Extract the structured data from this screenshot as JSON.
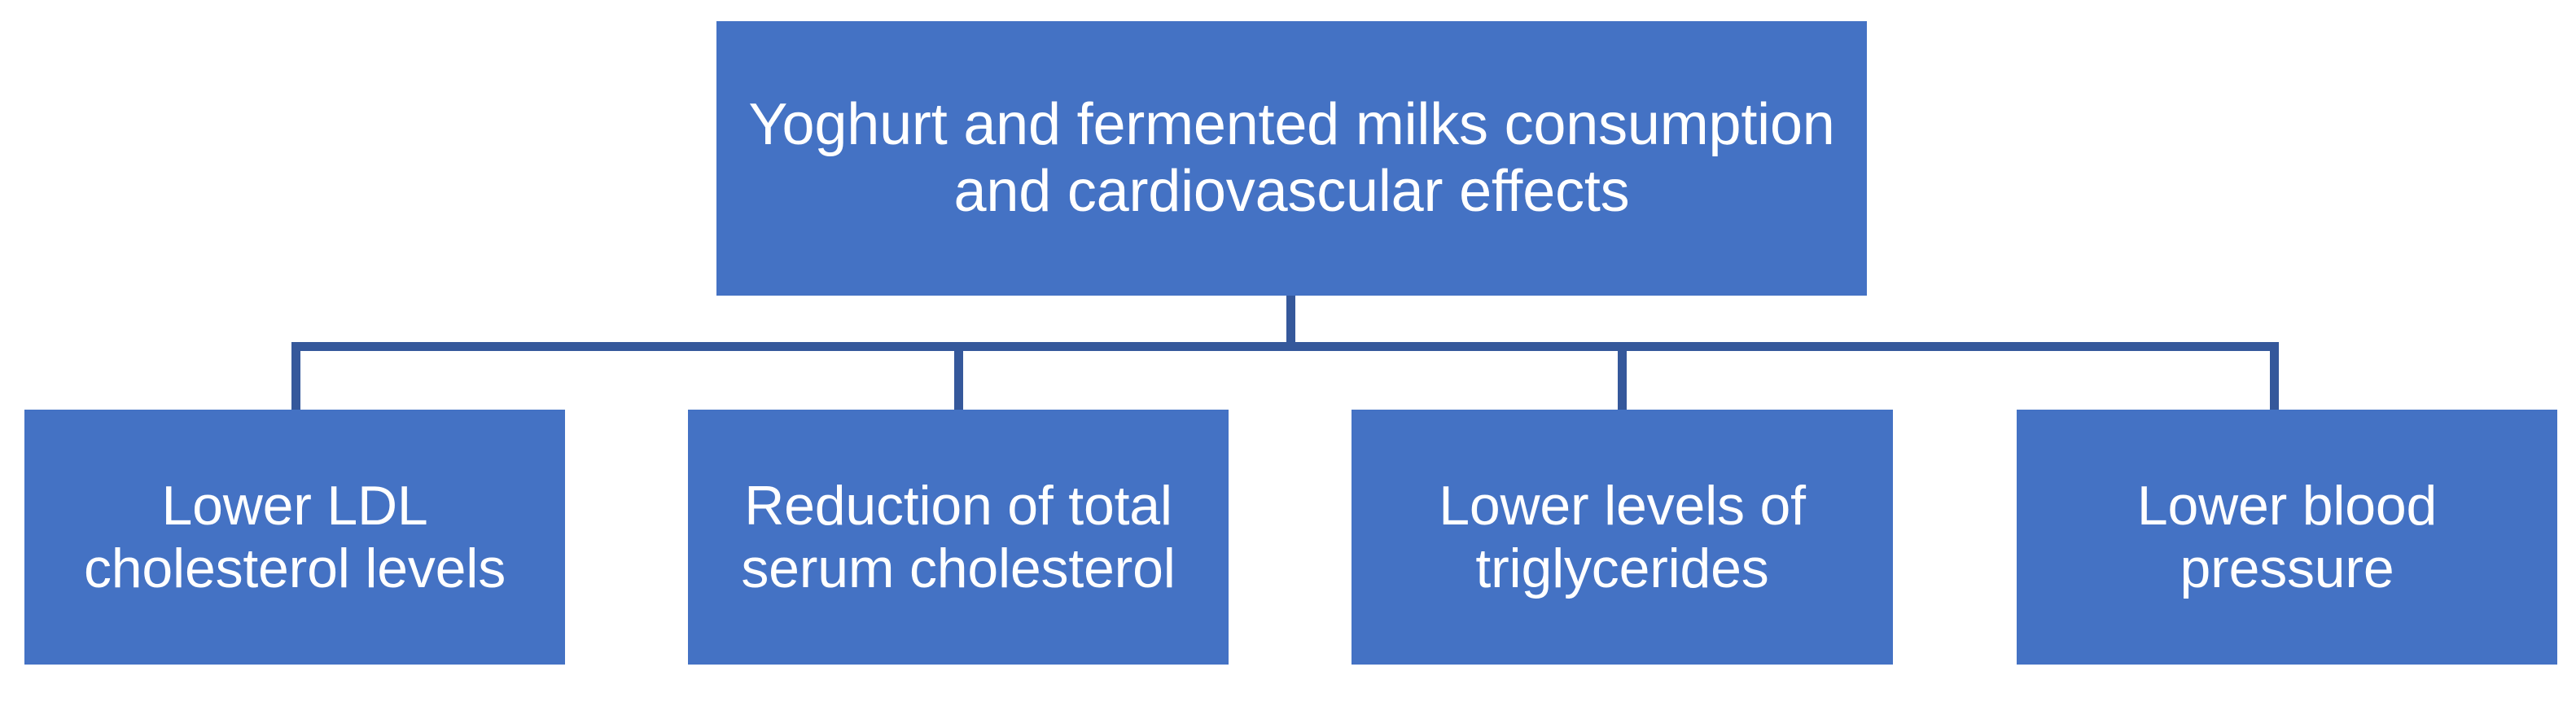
{
  "diagram": {
    "title_text": "Yoghurt and fermented milks consumption and cardiovascular effects",
    "root": {
      "label": "Yoghurt and fermented milks consumption and cardiovascular effects"
    },
    "children": [
      {
        "label": "Lower LDL cholesterol levels"
      },
      {
        "label": "Reduction of total serum cholesterol"
      },
      {
        "label": "Lower levels of triglycerides"
      },
      {
        "label": "Lower blood pressure"
      }
    ],
    "colors": {
      "node_fill": "#4472C4",
      "node_text": "#FFFFFF",
      "connector": "#35589B",
      "background": "#FFFFFF"
    }
  }
}
